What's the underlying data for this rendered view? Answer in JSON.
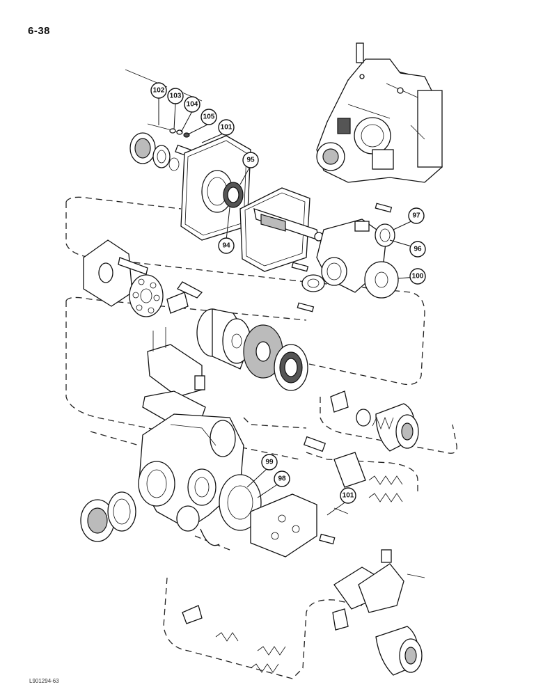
{
  "page": {
    "number": "6-38",
    "figure_code": "L901294-63"
  },
  "callouts": [
    {
      "id": "c102",
      "label": "102"
    },
    {
      "id": "c103",
      "label": "103"
    },
    {
      "id": "c104",
      "label": "104"
    },
    {
      "id": "c105",
      "label": "105"
    },
    {
      "id": "c101a",
      "label": "101"
    },
    {
      "id": "c95",
      "label": "95"
    },
    {
      "id": "c94",
      "label": "94"
    },
    {
      "id": "c97",
      "label": "97"
    },
    {
      "id": "c96",
      "label": "96"
    },
    {
      "id": "c100",
      "label": "100"
    },
    {
      "id": "c99",
      "label": "99"
    },
    {
      "id": "c98",
      "label": "98"
    },
    {
      "id": "c101b",
      "label": "101"
    }
  ]
}
